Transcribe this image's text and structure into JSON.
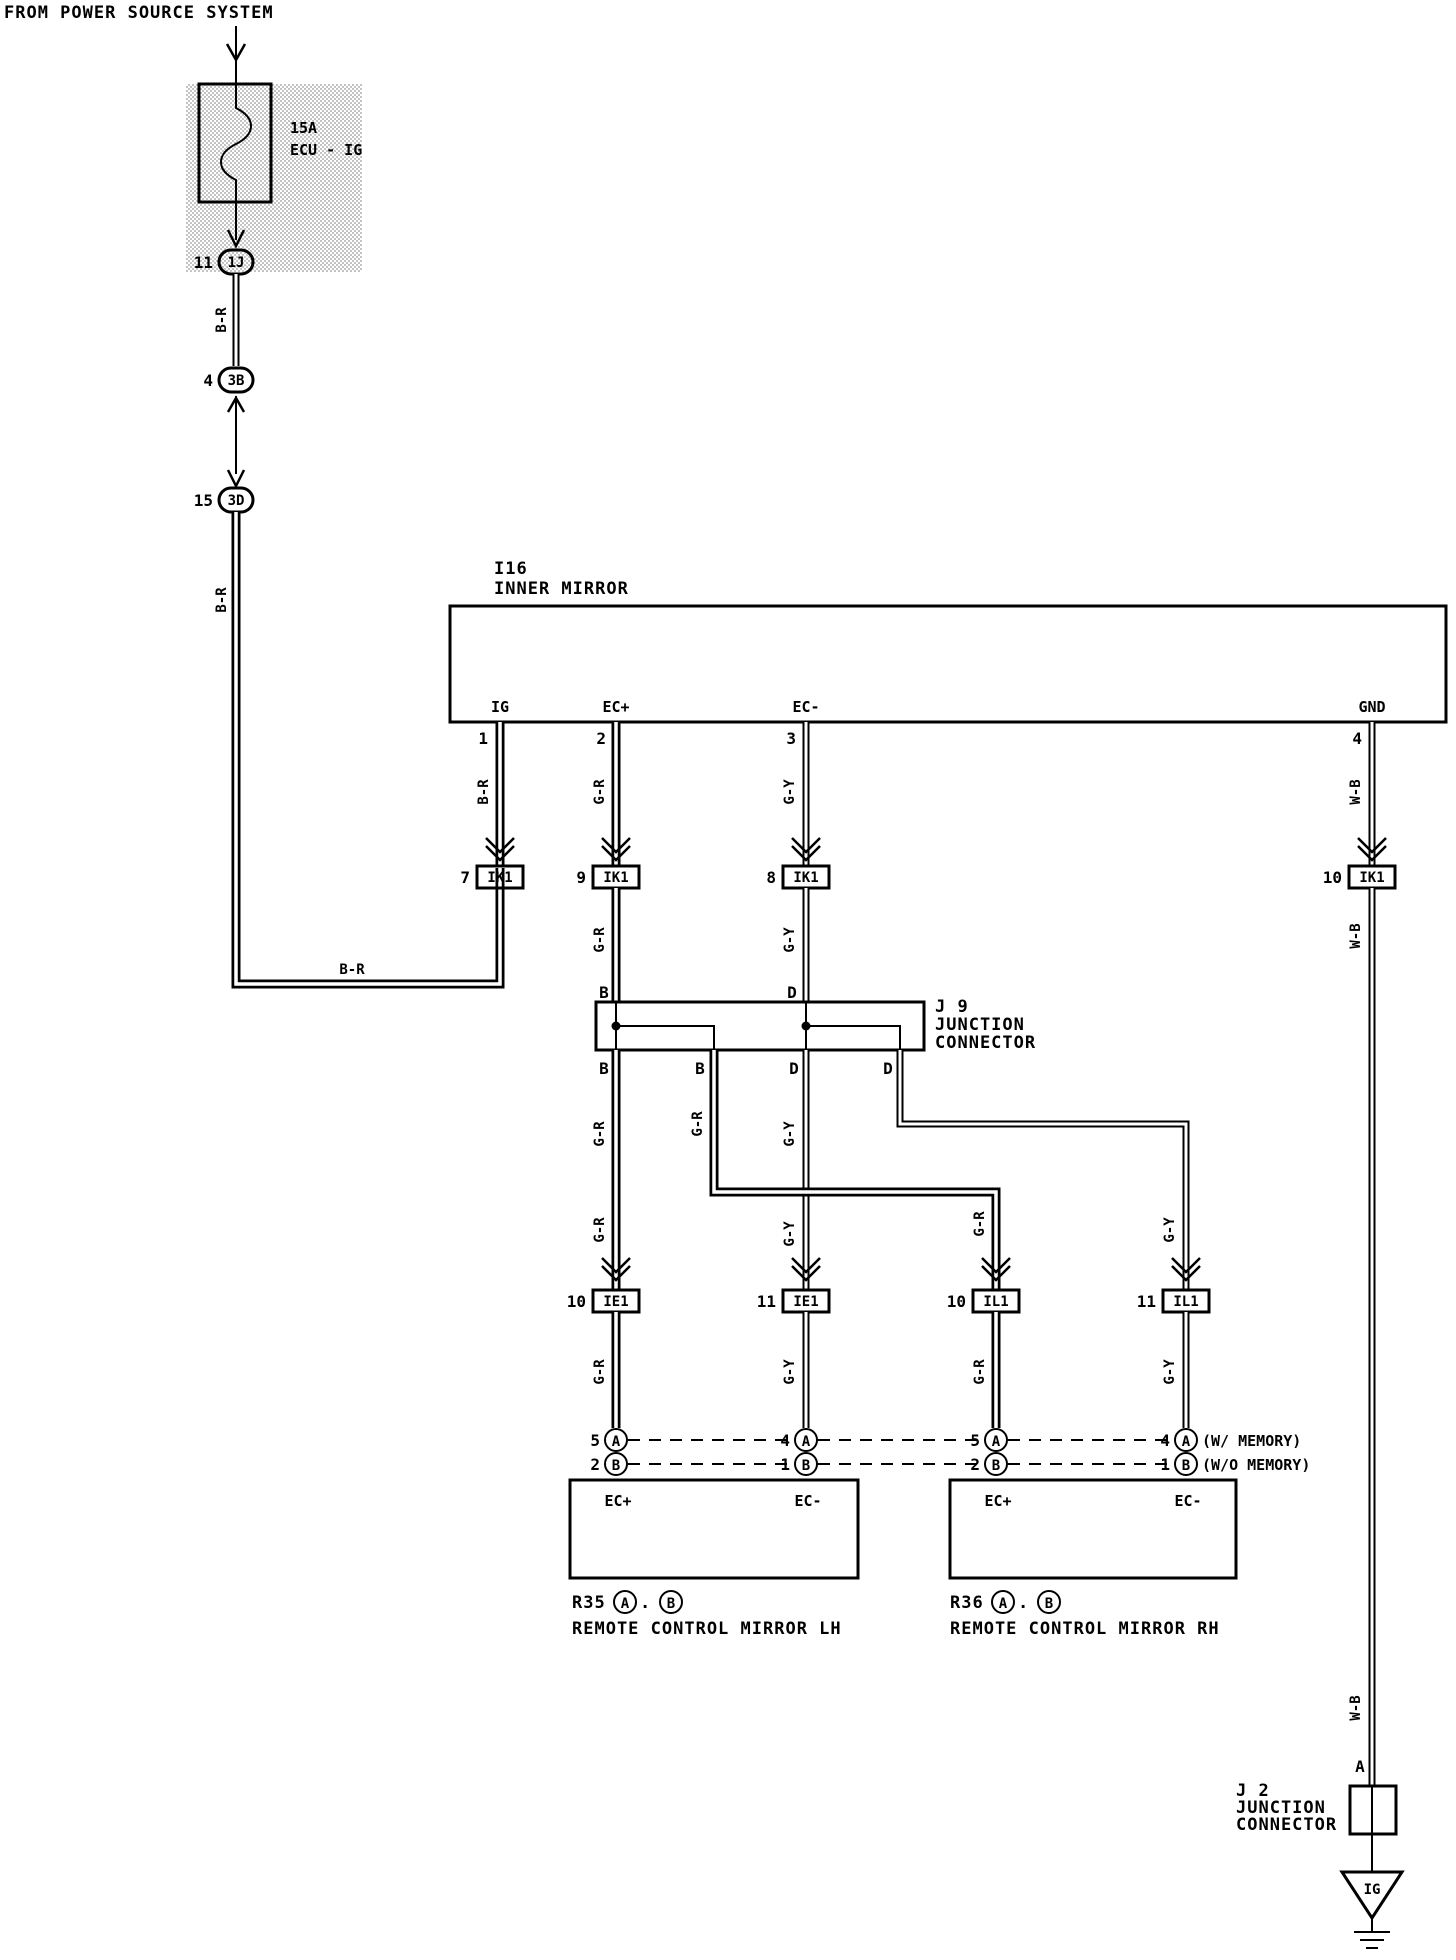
{
  "header": {
    "source": "FROM POWER SOURCE SYSTEM"
  },
  "fuse": {
    "rating": "15A",
    "name": "ECU - IG"
  },
  "junctions": {
    "j1": {
      "pin": "11",
      "id": "1J"
    },
    "j2": {
      "pin": "4",
      "id": "3B"
    },
    "j3": {
      "pin": "15",
      "id": "3D"
    }
  },
  "wires": {
    "br": "B-R",
    "gr": "G-R",
    "gy": "G-Y",
    "wb": "W-B"
  },
  "inner_mirror": {
    "code": "I16",
    "name": "INNER MIRROR",
    "pins": [
      {
        "name": "IG",
        "num": "1"
      },
      {
        "name": "EC+",
        "num": "2"
      },
      {
        "name": "EC-",
        "num": "3"
      },
      {
        "name": "GND",
        "num": "4"
      }
    ]
  },
  "ik1": [
    {
      "pin": "7",
      "id": "IK1"
    },
    {
      "pin": "9",
      "id": "IK1"
    },
    {
      "pin": "8",
      "id": "IK1"
    },
    {
      "pin": "10",
      "id": "IK1"
    }
  ],
  "j9": {
    "code": "J 9",
    "line1": "JUNCTION",
    "line2": "CONNECTOR",
    "top": [
      "B",
      "D"
    ],
    "bottom": [
      "B",
      "B",
      "D",
      "D"
    ]
  },
  "lower_connectors": [
    {
      "pin": "10",
      "id": "IE1"
    },
    {
      "pin": "11",
      "id": "IE1"
    },
    {
      "pin": "10",
      "id": "IL1"
    },
    {
      "pin": "11",
      "id": "IL1"
    }
  ],
  "pins_a": [
    "5",
    "4",
    "5",
    "4"
  ],
  "pins_b": [
    "2",
    "1",
    "2",
    "1"
  ],
  "letters": {
    "a": "A",
    "b": "B"
  },
  "variants": {
    "a": "(W/ MEMORY)",
    "b": "(W/O MEMORY)"
  },
  "mirror_lh": {
    "code": "R35",
    "sep": ".",
    "name": "REMOTE CONTROL MIRROR LH",
    "left": "EC+",
    "right": "EC-"
  },
  "mirror_rh": {
    "code": "R36",
    "sep": ".",
    "name": "REMOTE CONTROL MIRROR RH",
    "left": "EC+",
    "right": "EC-"
  },
  "j2": {
    "code": "J 2",
    "line1": "JUNCTION",
    "line2": "CONNECTOR",
    "pin": "A"
  },
  "ground": {
    "label": "IG"
  }
}
